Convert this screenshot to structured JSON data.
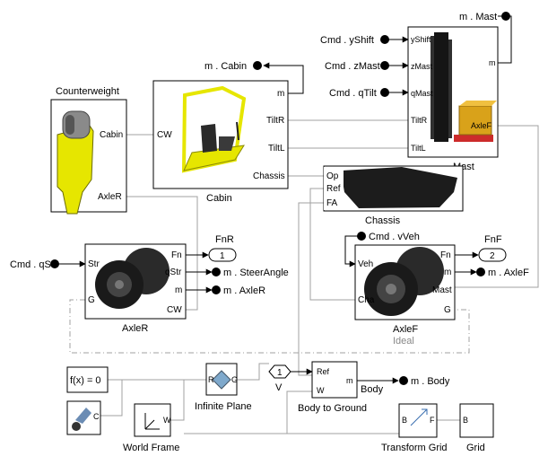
{
  "blocks": {
    "counterweight": {
      "title": "Counterweight",
      "ports": {
        "cabin": "Cabin",
        "axler": "AxleR"
      }
    },
    "cabin": {
      "title": "Cabin",
      "ports": {
        "cw": "CW",
        "m": "m",
        "tiltr": "TiltR",
        "tiltl": "TiltL",
        "chassis": "Chassis"
      }
    },
    "mast": {
      "title": "Mast",
      "ports": {
        "yshift": "yShift",
        "zmast": "zMast",
        "qmast": "qMast",
        "tiltr": "TiltR",
        "tiltl": "TiltL",
        "axlef": "AxleF",
        "m": "m"
      }
    },
    "chassis": {
      "title": "Chassis",
      "ports": {
        "op": "Op",
        "ref": "Ref",
        "fa": "FA"
      }
    },
    "axler": {
      "title": "AxleR",
      "ports": {
        "str": "Str",
        "fn": "Fn",
        "qstr": "qStr",
        "m": "m",
        "g": "G",
        "cw": "CW"
      }
    },
    "axlef": {
      "title": "AxleF",
      "subtitle": "Ideal",
      "ports": {
        "veh": "Veh",
        "fn": "Fn",
        "cha": "Cha",
        "mast": "Mast",
        "m": "m",
        "g": "G"
      }
    },
    "fx": {
      "label": "f(x) = 0"
    },
    "infinite_plane": {
      "title": "Infinite Plane",
      "ports": {
        "r": "R",
        "g": "G"
      }
    },
    "world_frame": {
      "title": "World Frame",
      "port": "W"
    },
    "config": {
      "port": "C"
    },
    "body_to_ground": {
      "title": "Body to Ground",
      "ports": {
        "ref": "Ref",
        "w": "W",
        "m": "m"
      }
    },
    "transform_grid": {
      "title": "Transform Grid",
      "ports": {
        "b": "B",
        "f": "F"
      }
    },
    "grid": {
      "title": "Grid",
      "port": "B"
    }
  },
  "signals": {
    "m_mast": "m . Mast",
    "cmd_yshift": "Cmd . yShift",
    "cmd_zmast": "Cmd . zMast",
    "cmd_qtilt": "Cmd . qTilt",
    "m_cabin": "m . Cabin",
    "cmd_qstr": "Cmd . qStr",
    "m_steerangle": "m . SteerAngle",
    "m_axler": "m . AxleR",
    "cmd_vveh": "Cmd . vVeh",
    "m_axlef": "m . AxleF",
    "m_body": "m . Body",
    "fnr_label": "FnR",
    "fnr_port": "1",
    "fnf_label": "FnF",
    "fnf_port": "2",
    "v_port": "1",
    "v_label": "V",
    "body_label": "Body"
  },
  "colors": {
    "accent": "#e6e600",
    "wire": "#a0a0a0",
    "mast_load": "#d9a21a"
  }
}
